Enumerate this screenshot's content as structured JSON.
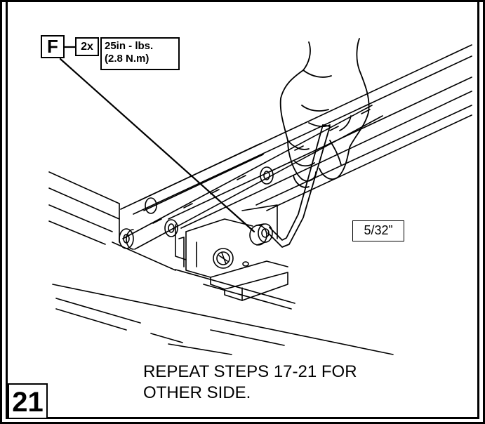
{
  "callout": {
    "fastener_letter": "F",
    "quantity": "2x",
    "torque_line1": "25in - lbs.",
    "torque_line2": "(2.8 N.m)"
  },
  "tool_size": "5/32”",
  "step_number": "21",
  "note": {
    "line1": "REPEAT STEPS 17-21 FOR",
    "line2": "OTHER SIDE."
  }
}
